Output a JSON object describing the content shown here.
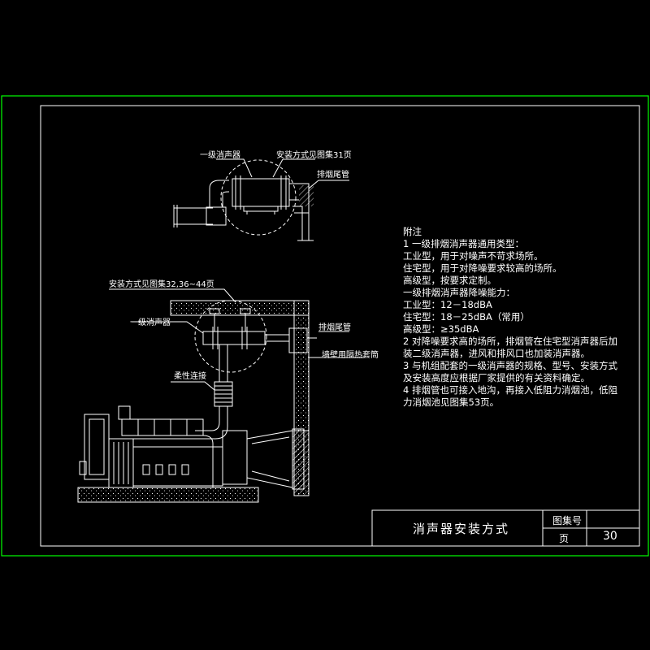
{
  "labels": {
    "top_silencer": "一级消声器",
    "top_install_ref": "安装方式见图集31页",
    "top_exhaust_tail": "排烟尾管",
    "bottom_install_ref": "安装方式见图集32,36~44页",
    "bottom_silencer": "一级消声器",
    "bottom_exhaust_tail": "排烟尾管",
    "flexible_joint": "柔性连接",
    "insulated_sleeve": "墙壁用隔热套筒"
  },
  "notes": {
    "title": "附注",
    "lines": [
      "1  一级排烟消声器通用类型：",
      "   工业型，用于对噪声不苛求场所。",
      "   住宅型，用于对降噪要求较高的场所。",
      "   高级型，按要求定制。",
      "   一级排烟消声器降噪能力：",
      "   工业型：12－18dBA",
      "   住宅型：18－25dBA（常用）",
      "   高级型：≥35dBA",
      "2  对降噪要求高的场所，排烟管在住宅型消声器后加",
      "   装二级消声器，进风和排风口也加装消声器。",
      "3  与机组配套的一级消声器的规格、型号、安装方式",
      "   及安装高度应根据厂家提供的有关资料确定。",
      "4  排烟管也可接入地沟，再接入低阻力消烟池，低阻",
      "   力消烟池见图集53页。"
    ]
  },
  "title_block": {
    "title": "消声器安装方式",
    "atlas_label": "图集号",
    "atlas_value": "",
    "page_label": "页",
    "page_value": "30"
  },
  "colors": {
    "background": "#000000",
    "line": "#ffffff",
    "outer_frame": "#00ff00"
  }
}
